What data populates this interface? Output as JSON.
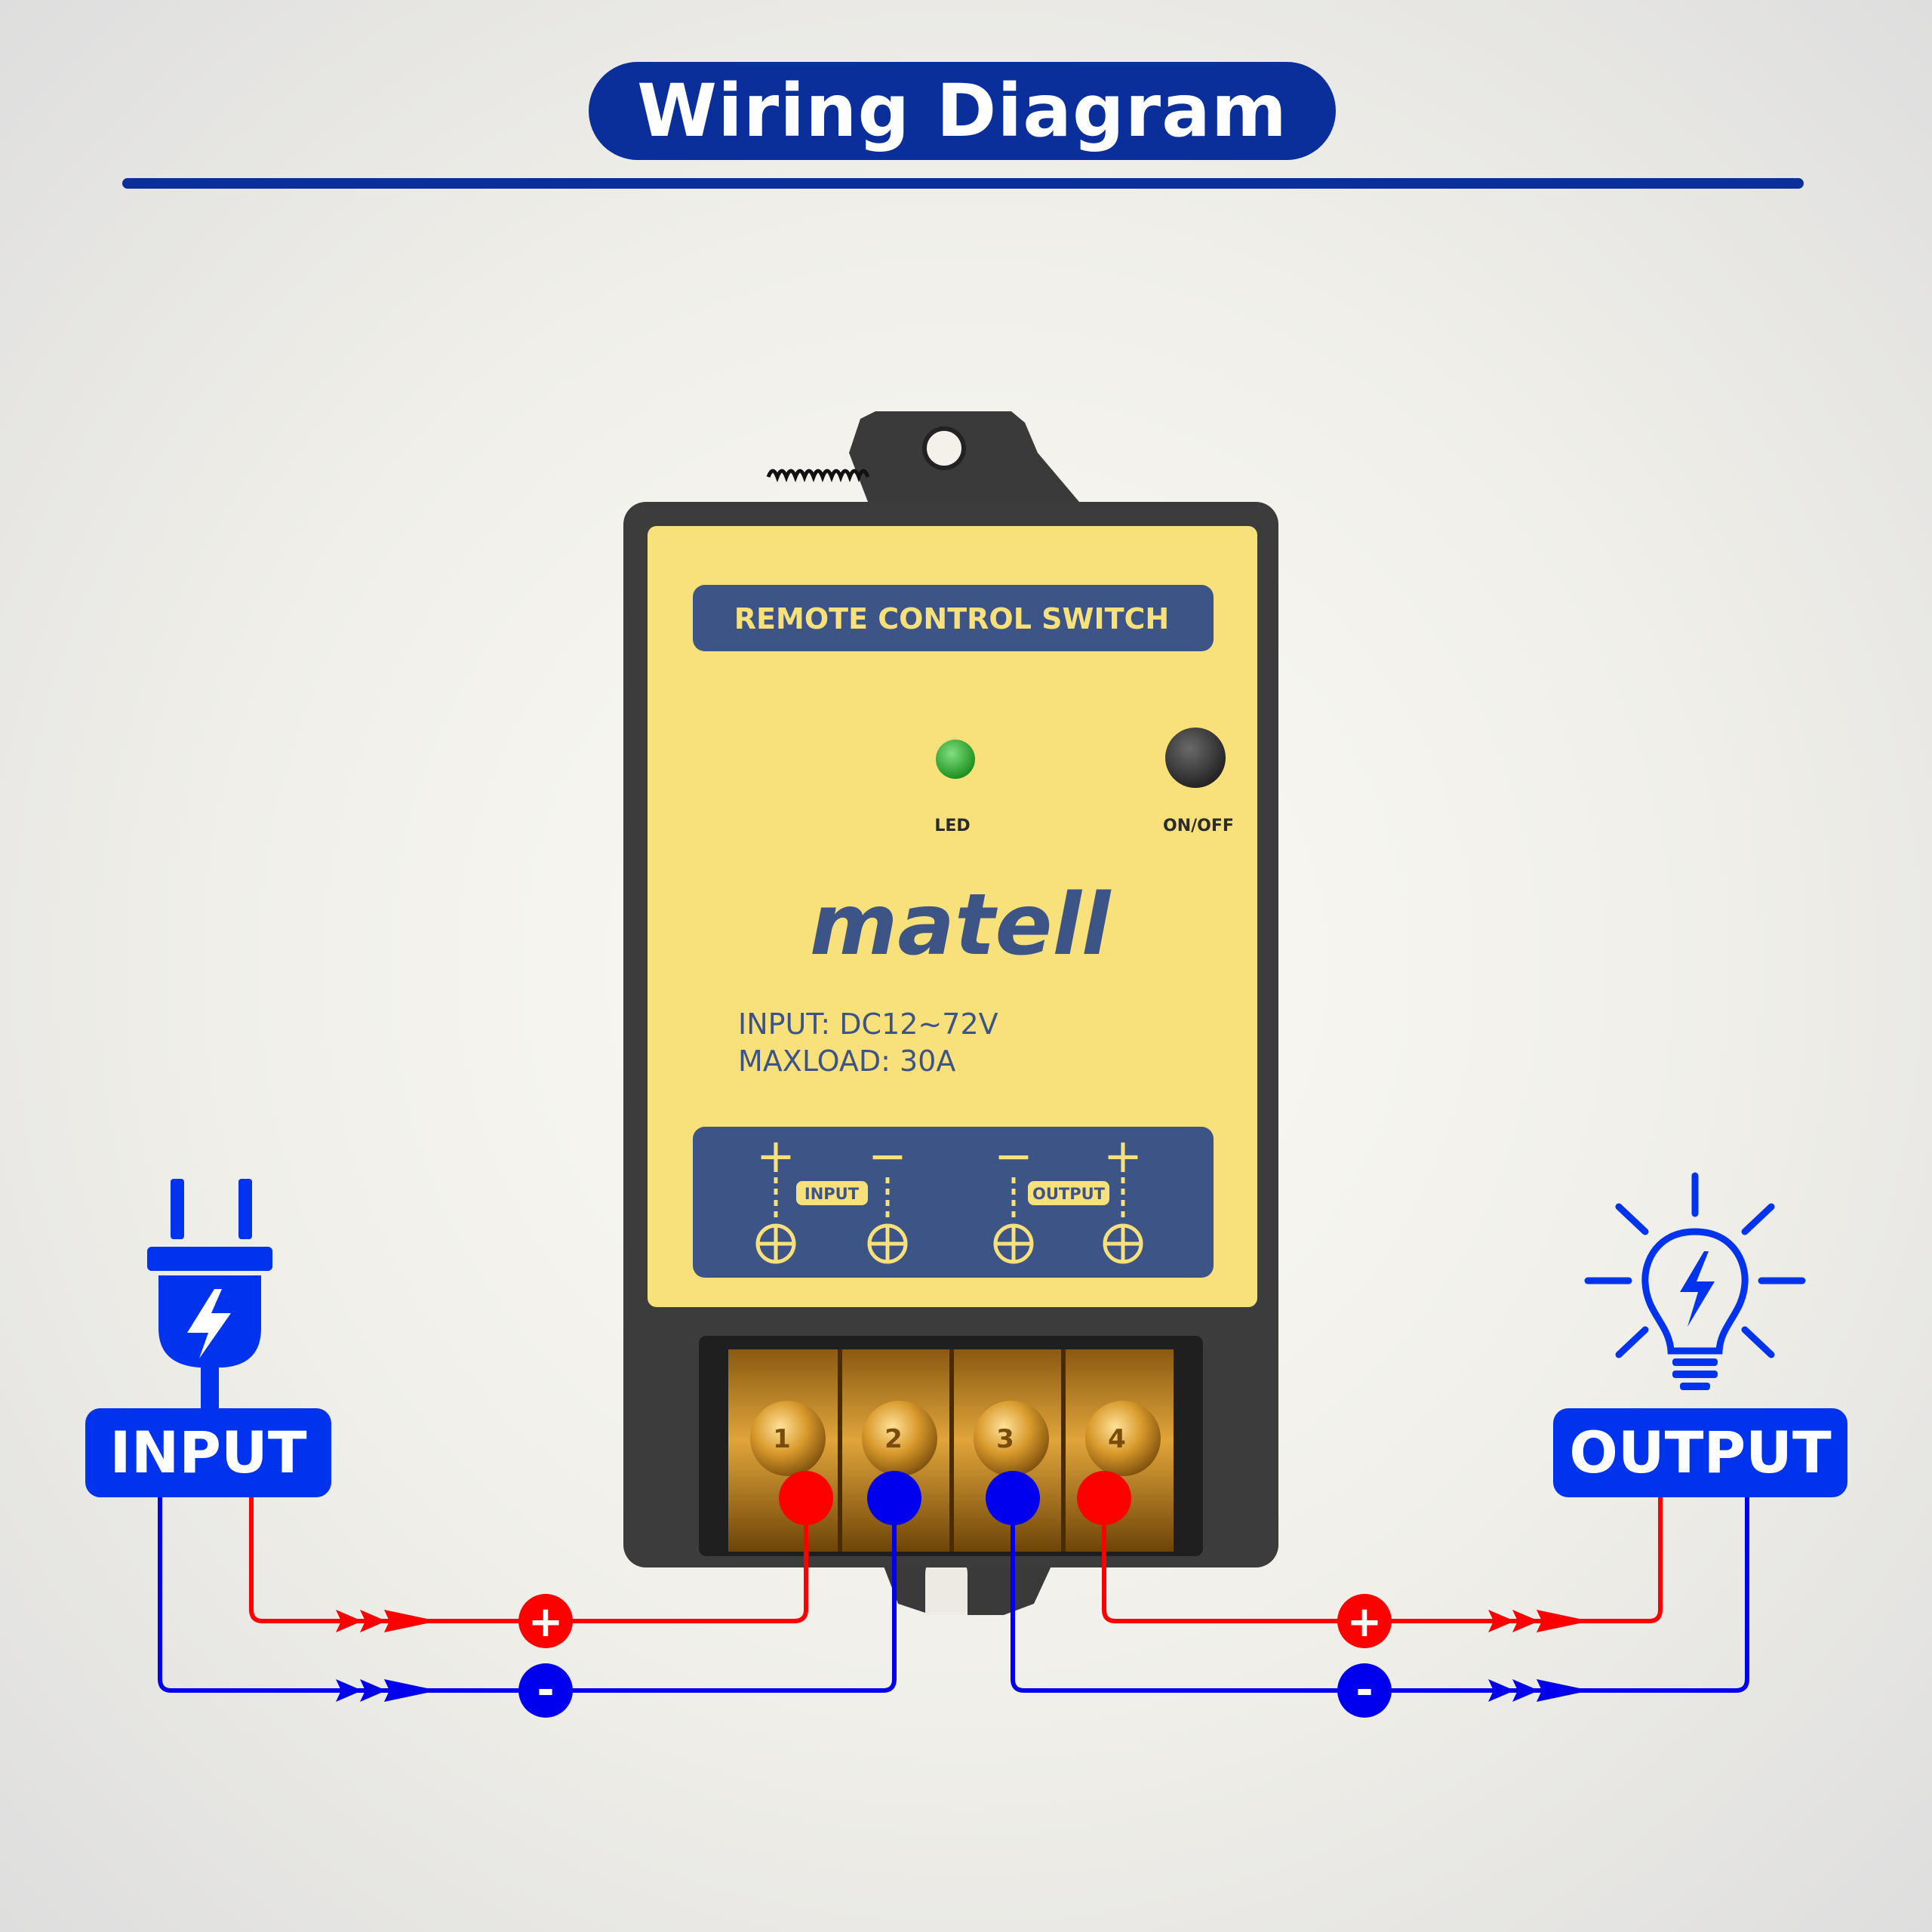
{
  "header": {
    "title": "Wiring Diagram"
  },
  "device": {
    "name_label": "REMOTE CONTROL SWITCH",
    "led_label": "LED",
    "button_label": "ON/OFF",
    "brand": "matell",
    "spec_input": "INPUT: DC12~72V",
    "spec_load": "MAXLOAD: 30A",
    "panel": {
      "input_tag": "INPUT",
      "output_tag": "OUTPUT",
      "input_signs": [
        "+",
        "−"
      ],
      "output_signs": [
        "−",
        "+"
      ]
    },
    "terminals": [
      "1",
      "2",
      "3",
      "4"
    ]
  },
  "diagram": {
    "input_label": "INPUT",
    "output_label": "OUTPUT",
    "positive_symbol": "+",
    "negative_symbol": "-",
    "plug_icon": "power-plug-icon",
    "bulb_icon": "light-bulb-icon"
  },
  "colors": {
    "brand_navy": "#0a2f9a",
    "label_blue": "#0033ee",
    "positive_wire": "#ff0000",
    "negative_wire": "#0000ee",
    "device_yellow": "#f8e07a",
    "device_panel": "#3d5586",
    "device_body": "#3a3a3a",
    "led_green": "#22a322"
  }
}
